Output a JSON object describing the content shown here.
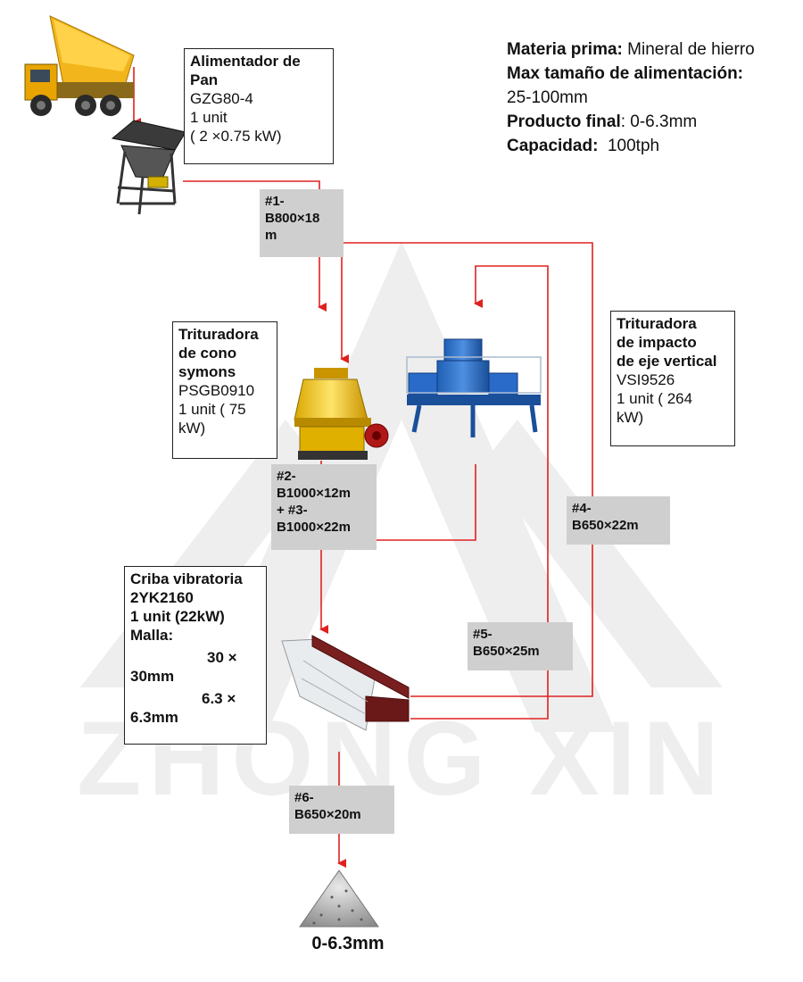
{
  "watermark": "ZHONG XIN",
  "specs": {
    "raw_label": "Materia prima:",
    "raw_value": " Mineral de hierro",
    "max_label": "Max tamaño de alimentación:",
    "max_value": "25-100mm",
    "product_label": "Producto final",
    "product_value": ": 0-6.3mm",
    "capacity_label": "Capacidad:",
    "capacity_value": "  100tph"
  },
  "feeder": {
    "name_l1": "Alimentador de",
    "name_l2": "Pan",
    "model": "GZG80-4",
    "units": "1 unit",
    "power": "( 2 ×0.75 kW)"
  },
  "cone": {
    "name_l1": "Trituradora",
    "name_l2": "de cono",
    "name_l3": "symons",
    "model": "PSGB0910",
    "units_l1": "1 unit ( 75",
    "units_l2": "kW)"
  },
  "vsi": {
    "name_l1": "Trituradora",
    "name_l2": "de impacto",
    "name_l3": "de eje vertical",
    "model": "VSI9526",
    "units_l1": "1 unit ( 264",
    "units_l2": "kW)"
  },
  "screen": {
    "name": "Criba vibratoria",
    "model": "2YK2160",
    "units": "1 unit (22kW)",
    "mesh_label": "Malla:",
    "mesh1_l1": "30 ×",
    "mesh1_l2": "30mm",
    "mesh2_l1": "6.3 ×",
    "mesh2_l2": "6.3mm"
  },
  "belts": {
    "b1_l1": "#1-",
    "b1_l2": "B800×18",
    "b1_l3": "m",
    "b23_l1": "#2-",
    "b23_l2": "B1000×12m",
    "b23_l3": "+ #3-",
    "b23_l4": "B1000×22m",
    "b4_l1": "#4-",
    "b4_l2": "B650×22m",
    "b5_l1": "#5-",
    "b5_l2": "B650×25m",
    "b6_l1": "#6-",
    "b6_l2": "B650×20m"
  },
  "output_label": "0-6.3mm",
  "colors": {
    "flow_line": "#e02020",
    "belt_bg": "#cfcfcf",
    "watermark": "#eeeeee"
  }
}
